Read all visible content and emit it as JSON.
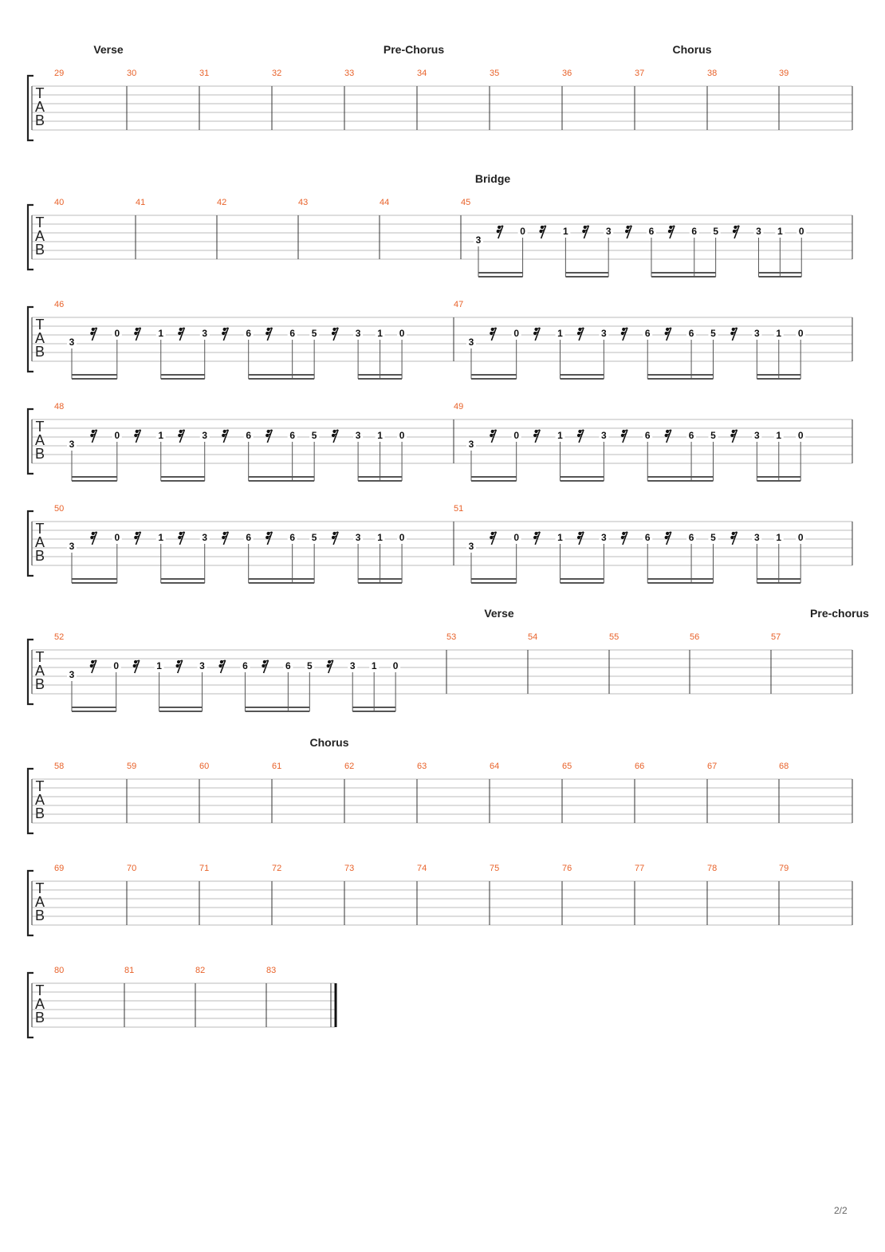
{
  "page": {
    "number": "2/2"
  },
  "riff": [
    {
      "fret": "3"
    },
    {
      "fret": "0"
    },
    {
      "fret": "1"
    },
    {
      "fret": "3"
    },
    {
      "fret": "6"
    },
    {
      "fret": "6"
    },
    {
      "fret": "5"
    },
    {
      "fret": "3"
    },
    {
      "fret": "1"
    },
    {
      "fret": "0"
    }
  ],
  "systems": [
    {
      "sections": [
        {
          "label": "Verse"
        },
        {
          "label": "Pre-Chorus"
        },
        {
          "label": "Chorus"
        }
      ],
      "measures": [
        {
          "number": "29"
        },
        {
          "number": "30"
        },
        {
          "number": "31"
        },
        {
          "number": "32"
        },
        {
          "number": "33"
        },
        {
          "number": "34"
        },
        {
          "number": "35"
        },
        {
          "number": "36"
        },
        {
          "number": "37"
        },
        {
          "number": "38"
        },
        {
          "number": "39"
        }
      ]
    },
    {
      "sections": [
        {
          "label": "Bridge"
        }
      ],
      "measures": [
        {
          "number": "40"
        },
        {
          "number": "41"
        },
        {
          "number": "42"
        },
        {
          "number": "43"
        },
        {
          "number": "44"
        },
        {
          "number": "45",
          "riff": true
        }
      ]
    },
    {
      "sections": [],
      "measures": [
        {
          "number": "46",
          "riff": true
        },
        {
          "number": "47",
          "riff": true
        }
      ]
    },
    {
      "sections": [],
      "measures": [
        {
          "number": "48",
          "riff": true
        },
        {
          "number": "49",
          "riff": true
        }
      ]
    },
    {
      "sections": [],
      "measures": [
        {
          "number": "50",
          "riff": true
        },
        {
          "number": "51",
          "riff": true
        }
      ]
    },
    {
      "sections": [
        {
          "label": "Verse"
        },
        {
          "label": "Pre-chorus"
        }
      ],
      "measures": [
        {
          "number": "52",
          "riff": true
        },
        {
          "number": "53"
        },
        {
          "number": "54"
        },
        {
          "number": "55"
        },
        {
          "number": "56"
        },
        {
          "number": "57"
        }
      ]
    },
    {
      "sections": [
        {
          "label": "Chorus"
        }
      ],
      "measures": [
        {
          "number": "58"
        },
        {
          "number": "59"
        },
        {
          "number": "60"
        },
        {
          "number": "61"
        },
        {
          "number": "62"
        },
        {
          "number": "63"
        },
        {
          "number": "64"
        },
        {
          "number": "65"
        },
        {
          "number": "66"
        },
        {
          "number": "67"
        },
        {
          "number": "68"
        }
      ]
    },
    {
      "sections": [],
      "measures": [
        {
          "number": "69"
        },
        {
          "number": "70"
        },
        {
          "number": "71"
        },
        {
          "number": "72"
        },
        {
          "number": "73"
        },
        {
          "number": "74"
        },
        {
          "number": "75"
        },
        {
          "number": "76"
        },
        {
          "number": "77"
        },
        {
          "number": "78"
        },
        {
          "number": "79"
        }
      ]
    },
    {
      "sections": [],
      "measures": [
        {
          "number": "80"
        },
        {
          "number": "81"
        },
        {
          "number": "82"
        },
        {
          "number": "83"
        }
      ],
      "final_barline": true
    }
  ],
  "tab_clef": [
    "T",
    "A",
    "B"
  ],
  "colors": {
    "measure_number": "#e8622a",
    "staff_line": "#bbbbbb",
    "barline": "#333333",
    "text": "#222222"
  }
}
